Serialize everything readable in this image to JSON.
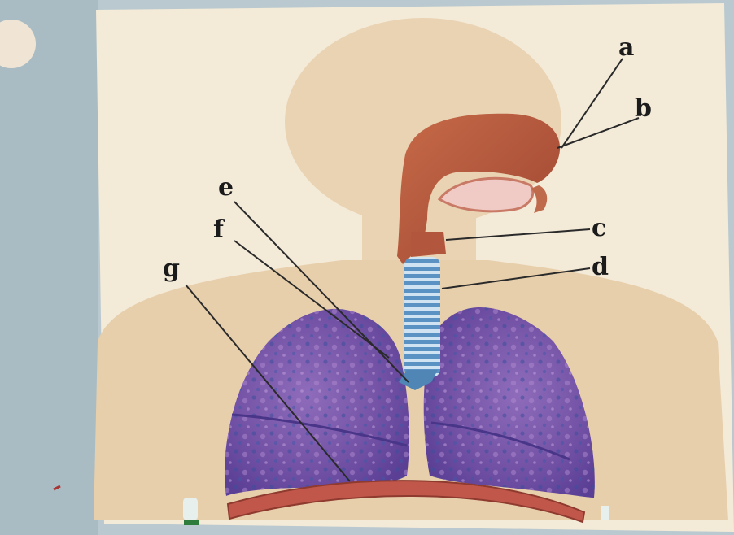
{
  "diagram": {
    "labels": {
      "a": "a",
      "b": "b",
      "c": "c",
      "d": "d",
      "e": "e",
      "f": "f",
      "g": "g"
    }
  },
  "colors": {
    "page": "#f3ead8",
    "skin": "#e9cfac",
    "nasal": "#b5583d",
    "trachea": "#4f86b6",
    "lung": "#7d5aa6",
    "diaphragm": "#c0574a"
  }
}
